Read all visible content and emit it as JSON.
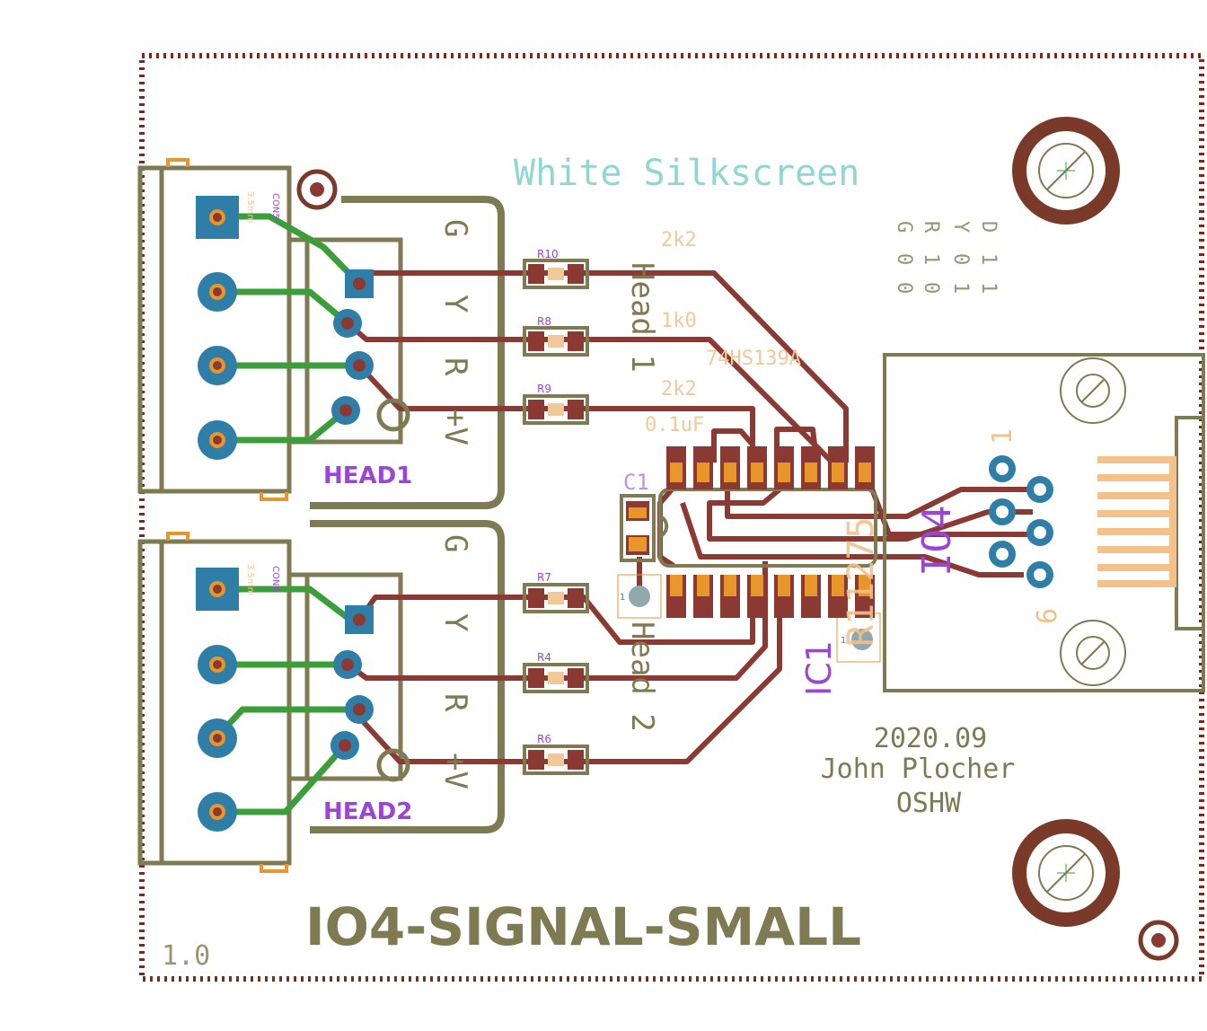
{
  "board": {
    "title": "IO4-SIGNAL-SMALL",
    "version": "1.0",
    "silkscreen_note": "White Silkscreen",
    "date": "2020.09",
    "author": "John Plocher",
    "license": "OSHW"
  },
  "connectors": {
    "cn5": "CON5",
    "cn4": "CON4",
    "pitch_label": "3.5mm",
    "head1": "HEAD1",
    "head2": "HEAD2"
  },
  "header_block_1": {
    "pins": [
      "G",
      "Y",
      "R",
      "+V"
    ],
    "label": "Head 1"
  },
  "header_block_2": {
    "pins": [
      "G",
      "Y",
      "R",
      "+V"
    ],
    "label": "Head 2"
  },
  "resistors": {
    "r10": "R10",
    "r8": "R8",
    "r9": "R9",
    "r7": "R7",
    "r4": "R4",
    "r6": "R6",
    "val_r10": "2k2",
    "val_r8": "1k0",
    "val_r9": "2k2"
  },
  "ic": {
    "ic1": "IC1",
    "part": "74HS139A",
    "cap": "C1",
    "cap_value": "0.1uF",
    "pin1_marker_a": "1",
    "pin1_marker_b": "1",
    "overlap_text": "R11275"
  },
  "io4": {
    "name": "IO4",
    "pin_first": "1",
    "pin_last": "6"
  },
  "truth_table": {
    "columns": [
      "G",
      "R",
      "Y",
      "D"
    ],
    "row1": [
      "0",
      "1",
      "0",
      "1"
    ],
    "row2": [
      "0",
      "0",
      "1",
      "1"
    ]
  },
  "colors": {
    "board_outline": "#7a2a1e",
    "silk": "#7e7a52",
    "copper_top": "#8b3a33",
    "copper_bottom": "#3c9e3a",
    "pad_blue": "#2f7ea8",
    "smd_orange": "#e8962a",
    "label_purple": "#9b45d6",
    "label_cyan": "#8fd6d4",
    "value_tan": "#f0c89a",
    "mount_hole": "#7a3a2a"
  }
}
